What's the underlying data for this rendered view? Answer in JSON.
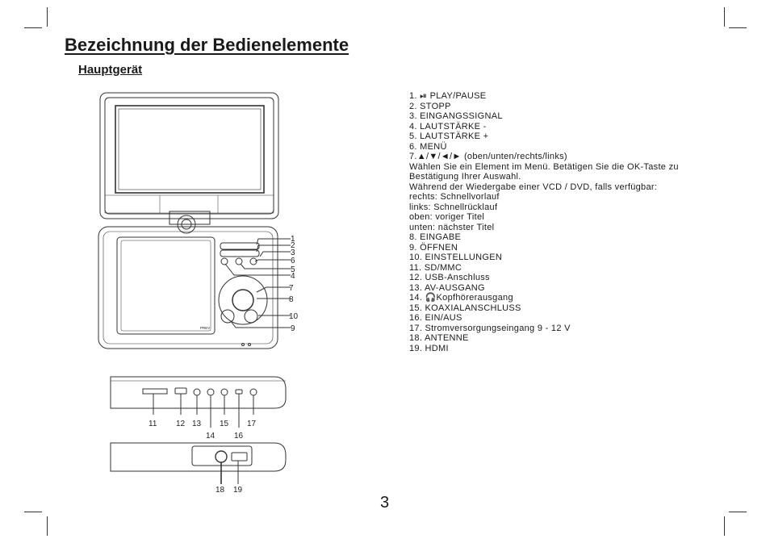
{
  "page": {
    "title": "Bezeichnung der Bedienelemente",
    "subtitle": "Hauptgerät",
    "page_number": "3"
  },
  "legend": [
    "1. ⏯ PLAY/PAUSE",
    "2. STOPP",
    "3. EINGANGSSIGNAL",
    "4. LAUTSTÄRKE -",
    "5. LAUTSTÄRKE +",
    "6. MENÜ",
    "7.▲/▼/◄/► (oben/unten/rechts/links)",
    "Wählen Sie ein Element im Menü. Betätigen Sie die OK-Taste zu",
    "Bestätigung Ihrer Auswahl.",
    "Während der Wiedergabe einer VCD / DVD, falls verfügbar:",
    "rechts: Schnellvorlauf",
    "links: Schnellrücklauf",
    "oben: voriger Titel",
    "unten: nächster Titel",
    "8. EINGABE",
    "9. ÖFFNEN",
    "10. EINSTELLUNGEN",
    "11. SD/MMC",
    "12. USB-Anschluss",
    "13. AV-AUSGANG",
    "14. 🎧Kopfhörerausgang",
    "15. KOAXIALANSCHLUSS",
    "16. EIN/AUS",
    "17. Stromversorgungseingang 9 - 12 V",
    "18. ANTENNE",
    "19. HDMI"
  ],
  "diagram": {
    "main_callouts": [
      "1",
      "2",
      "3",
      "6",
      "5",
      "4",
      "7",
      "8",
      "10",
      "9"
    ],
    "side_callouts": [
      "11",
      "12",
      "13",
      "14",
      "15",
      "16",
      "17"
    ],
    "back_callouts": [
      "18",
      "19"
    ],
    "device_label": "PREV"
  }
}
